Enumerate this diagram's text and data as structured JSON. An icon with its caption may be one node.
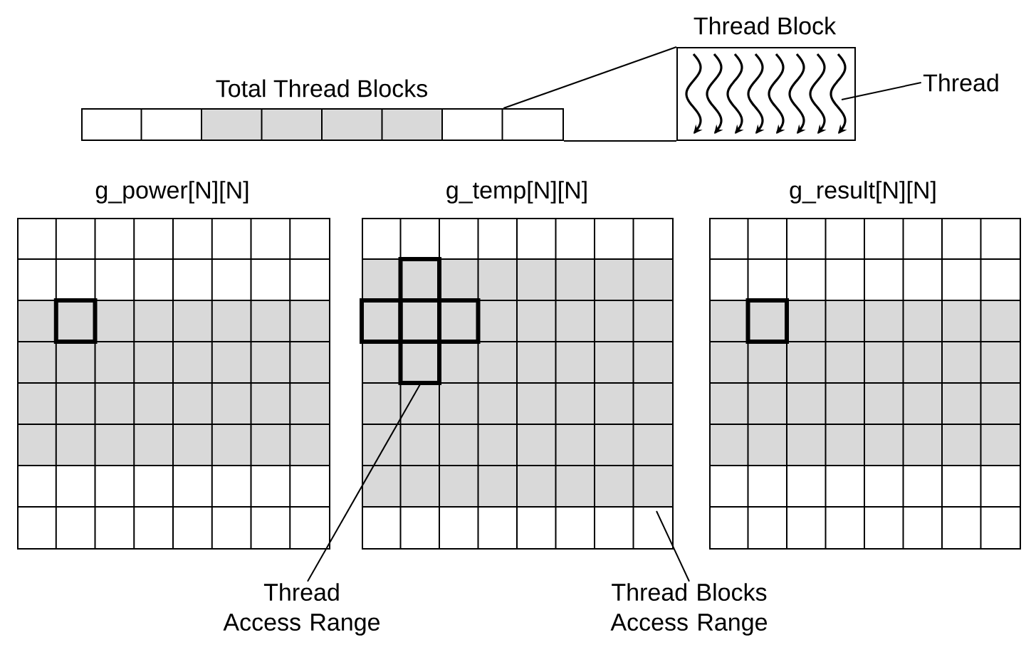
{
  "diagram": {
    "nodes": [
      {
        "text": [
          "Total Thread Blocks"
        ]
      },
      {
        "text": [
          "Thread Block"
        ]
      },
      {
        "text": [
          "Thread"
        ]
      },
      {
        "text": [
          "g_power[N][N]"
        ]
      },
      {
        "text": [
          "g_temp[N][N]"
        ]
      },
      {
        "text": [
          "g_result[N][N]"
        ]
      },
      {
        "text": [
          "Thread Access Range"
        ]
      },
      {
        "text": [
          "Thread Blocks Access Range"
        ]
      }
    ],
    "edges": [
      {
        "from": 0,
        "to": 1,
        "arrow": "none"
      },
      {
        "from": 0,
        "to": 1,
        "arrow": "none"
      },
      {
        "from": 2,
        "to": 1,
        "arrow": "none"
      },
      {
        "from": 6,
        "to": 4,
        "arrow": "none"
      },
      {
        "from": 7,
        "to": 4,
        "arrow": "none"
      }
    ]
  }
}
